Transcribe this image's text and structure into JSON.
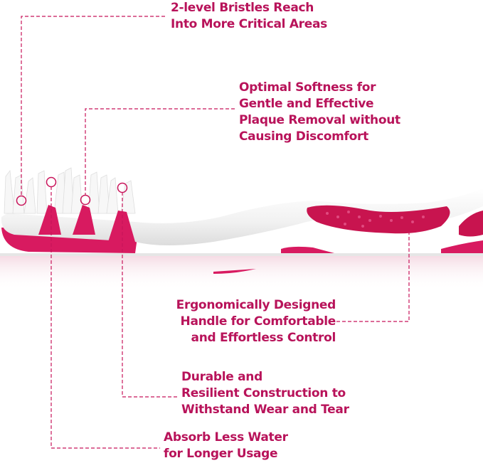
{
  "colors": {
    "accent": "#c8145a",
    "text": "#b8135a",
    "handle": "#ffffff"
  },
  "callouts": [
    {
      "id": "bristles",
      "lines": [
        "2-level Bristles Reach",
        "Into More Critical Areas"
      ]
    },
    {
      "id": "softness",
      "lines": [
        "Optimal Softness for",
        "Gentle and Effective",
        "Plaque Removal without",
        "Causing Discomfort"
      ]
    },
    {
      "id": "handle",
      "lines": [
        "Ergonomically Designed",
        "Handle for Comfortable",
        "and Effortless Control"
      ]
    },
    {
      "id": "durable",
      "lines": [
        "Durable and",
        "Resilient Construction to",
        "Withstand Wear and Tear"
      ]
    },
    {
      "id": "water",
      "lines": [
        "Absorb Less Water",
        "for Longer Usage"
      ]
    }
  ]
}
